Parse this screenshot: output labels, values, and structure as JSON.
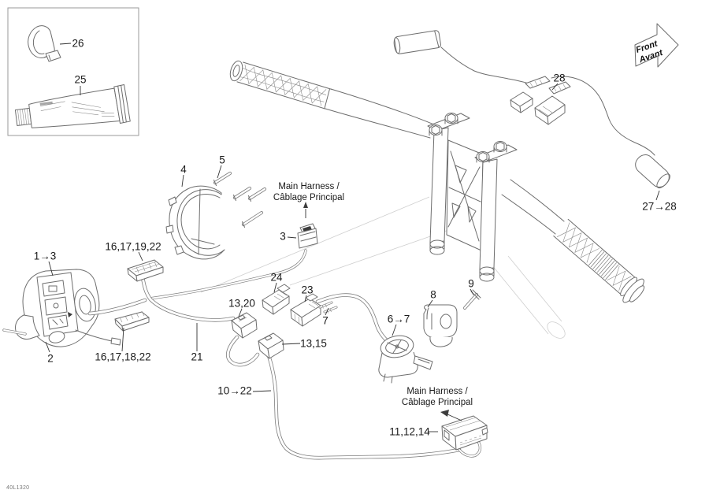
{
  "meta": {
    "doc_code": "40L1320"
  },
  "direction_flag": {
    "line1": "Front",
    "line2": "Avant"
  },
  "labels": {
    "l1_3": "1→3",
    "l2": "2",
    "l3": "3",
    "l4": "4",
    "l5": "5",
    "l6_7": "6→7",
    "l7": "7",
    "l8": "8",
    "l9": "9",
    "l10_22": "10→22",
    "l11_12_14": "11,12,14",
    "l13_15": "13,15",
    "l13_20": "13,20",
    "l16_17_18_22": "16,17,18,22",
    "l16_17_19_22": "16,17,19,22",
    "l21": "21",
    "l23": "23",
    "l24": "24",
    "l25": "25",
    "l26": "26",
    "l27_28": "27→28",
    "l28": "28"
  },
  "annotations": {
    "main_harness_top": {
      "line1": "Main Harness /",
      "line2": "Câblage Principal"
    },
    "main_harness_bottom": {
      "line1": "Main Harness /",
      "line2": "Câblage Principal"
    }
  }
}
